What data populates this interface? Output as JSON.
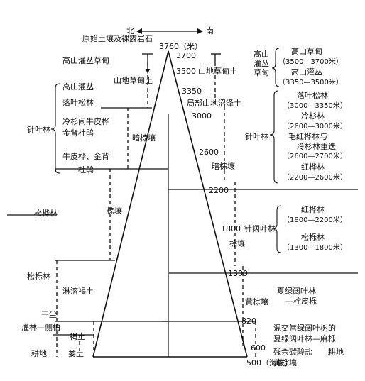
{
  "compass": {
    "north": "北",
    "south": "南"
  },
  "top_caption": "原始土壤及裸露岩石",
  "peak_label": "3760（米）",
  "elevations": {
    "e3700": "3700",
    "e3500": "3500",
    "e3350": "3350",
    "e3000": "3000",
    "e2600": "2600",
    "e2200": "2200",
    "e1800": "1800",
    "e1300": "1300",
    "e820": "820",
    "e600": "600",
    "e500": "500（海拔）"
  },
  "north_side": {
    "vegetation": {
      "alpine_shrub_meadow": "高山灌丛草甸",
      "alpine_shrub": "高山灌丛",
      "larch_forest": "落叶松林",
      "fir_birch": "冷杉间牛皮桦",
      "golden_rhododendron": "金背杜鹃",
      "birch_line1": "牛皮桦、金背",
      "birch_line2": "杜鹃",
      "coniferous_forest": "针叶林",
      "pine_birch_forest": "松桦林",
      "pine_oak_forest": "松栎林",
      "dry_shrub_line1": "干尘",
      "dry_shrub_line2": "灌林—侧柏",
      "farmland": "耕地"
    },
    "soils": {
      "mountain_meadow_soil": "山地草甸土",
      "dark_brown_soil": "暗棕壤",
      "brown_soil": "棕壤",
      "leached_cinnamon": "淋溶褐土",
      "cinnamon_soil": "褐土",
      "loessial_soil": "娄土"
    }
  },
  "south_side": {
    "soils": {
      "mountain_meadow_soil": "山地草甸土",
      "local_swamp_soil": "局部山地沼泽土",
      "dark_brown_soil": "暗棕壤",
      "brown_soil": "棕壤",
      "yellow_brown_soil": "黄棕壤",
      "residual_line1": "残余碳酸盐",
      "residual_line2": "黄棕壤"
    },
    "vegetation": {
      "alpine_group": "高山灌丛草甸",
      "alpine_meadow": "高山草甸",
      "alpine_meadow_range": "（3500—3700米）",
      "alpine_shrub": "高山灌丛",
      "alpine_shrub_range": "（3350—3500米）",
      "coniferous_forest": "针叶林",
      "larch_forest": "落叶松林",
      "larch_range": "（3000—3350米）",
      "fir_forest": "冷杉林",
      "fir_range": "（2600—3000米）",
      "mixed_line1": "毛红桦林与",
      "mixed_line2": "冷杉林重迭",
      "mixed_range": "（2600—2700米）",
      "red_birch_forest": "红桦林",
      "red_birch_range": "（2200—2600米）",
      "mixed_broadleaf": "针阔叶林",
      "red_birch_forest_2": "红桦林",
      "red_birch_range_2": "（1800—2200米）",
      "pine_oak_forest": "松栎林",
      "pine_oak_range": "（1300—1800米）",
      "summer_green_line1": "夏绿阔叶林",
      "summer_green_line2": "—栓皮栎",
      "evergreen_mixed_line1": "混交常绿阔叶树的",
      "evergreen_mixed_line2": "夏绿阔叶林—麻栎",
      "farmland": "耕地"
    }
  }
}
